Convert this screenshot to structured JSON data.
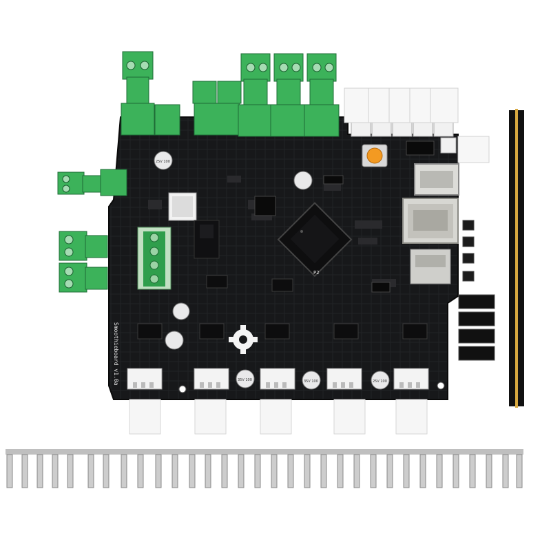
{
  "photo": {
    "board_silkscreen": "Smoothieboard v1.0a",
    "capacitor_marks": [
      "25V 100",
      "35V 100",
      "35V 100",
      "25V 100"
    ],
    "chip_label": "P2"
  }
}
